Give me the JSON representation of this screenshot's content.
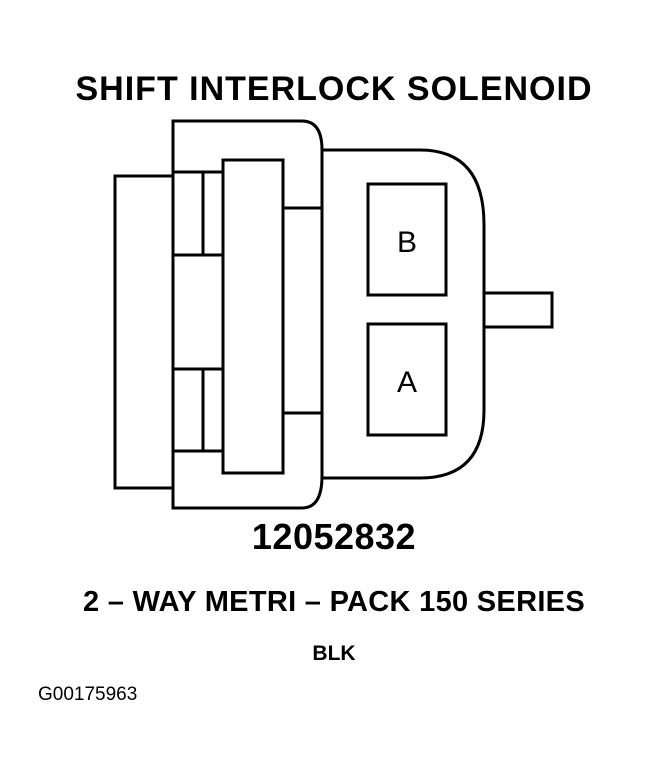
{
  "diagram": {
    "title": "SHIFT INTERLOCK SOLENOID",
    "part_number": "12052832",
    "series": "2 – WAY METRI – PACK 150 SERIES",
    "color": "BLK",
    "figure_id": "G00175963",
    "terminals": [
      {
        "label": "B"
      },
      {
        "label": "A"
      }
    ],
    "line_color": "#000000",
    "background_color": "#ffffff"
  }
}
